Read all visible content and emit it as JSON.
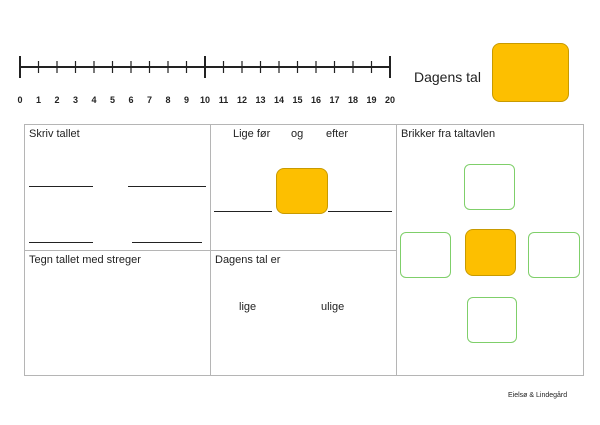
{
  "number_line": {
    "labels": [
      "0",
      "1",
      "2",
      "3",
      "4",
      "5",
      "6",
      "7",
      "8",
      "9",
      "10",
      "11",
      "12",
      "13",
      "14",
      "15",
      "16",
      "17",
      "18",
      "19",
      "20"
    ]
  },
  "header": {
    "dagens_tal_label": "Dagens tal"
  },
  "cells": {
    "skriv_tallet": "Skriv tallet",
    "neighbors": {
      "lige_foer": "Lige før",
      "og": "og",
      "efter": "efter"
    },
    "brikker": "Brikker fra taltavlen",
    "tegn": "Tegn tallet med streger",
    "dagens_tal_er": "Dagens tal er",
    "lige": "lige",
    "ulige": "ulige"
  },
  "credit": "Eielsø & Lindegård",
  "colors": {
    "yellow": "#fdbf00",
    "green_border": "#7fcf6a"
  }
}
